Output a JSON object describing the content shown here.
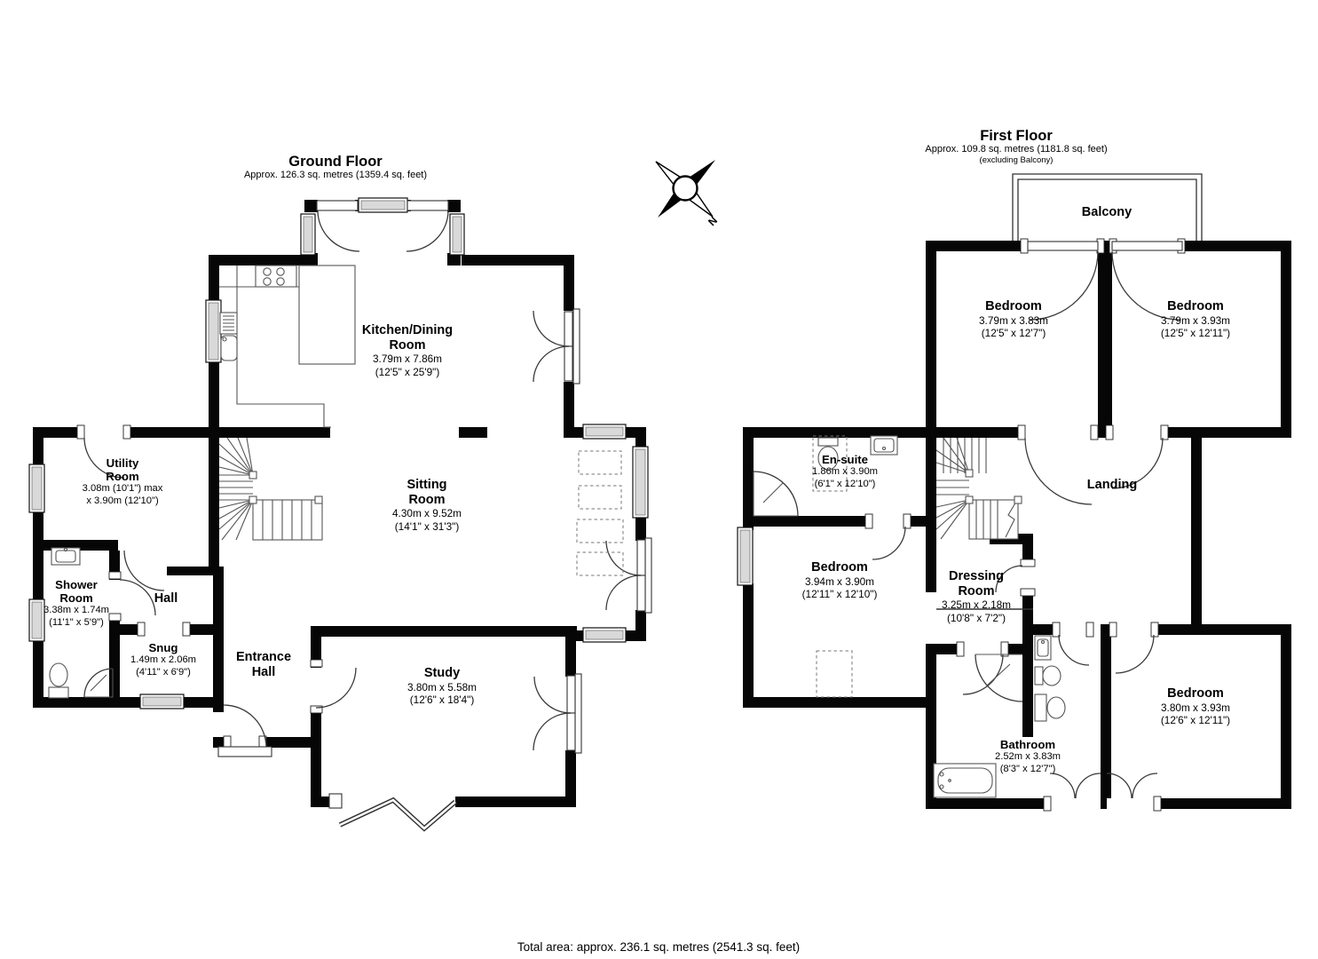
{
  "floors": {
    "ground": {
      "title": "Ground Floor",
      "subtitle": "Approx. 126.3 sq. metres (1359.4 sq. feet)",
      "rooms": {
        "kitchen": {
          "name": "Kitchen/Dining\nRoom",
          "metric": "3.79m x 7.86m",
          "imperial": "(12'5\" x 25'9\")"
        },
        "sitting": {
          "name": "Sitting\nRoom",
          "metric": "4.30m x 9.52m",
          "imperial": "(14'1\" x 31'3\")"
        },
        "utility": {
          "name": "Utility\nRoom",
          "metric": "3.08m (10'1\") max",
          "imperial": "x 3.90m (12'10\")"
        },
        "shower": {
          "name": "Shower\nRoom",
          "metric": "3.38m x 1.74m",
          "imperial": "(11'1\" x 5'9\")"
        },
        "hall": {
          "name": "Hall"
        },
        "snug": {
          "name": "Snug",
          "metric": "1.49m x 2.06m",
          "imperial": "(4'11\" x 6'9\")"
        },
        "entrance": {
          "name": "Entrance\nHall"
        },
        "study": {
          "name": "Study",
          "metric": "3.80m x 5.58m",
          "imperial": "(12'6\" x 18'4\")"
        }
      }
    },
    "first": {
      "title": "First Floor",
      "subtitle": "Approx. 109.8 sq. metres (1181.8 sq. feet)",
      "note": "(excluding Balcony)",
      "rooms": {
        "balcony": {
          "name": "Balcony"
        },
        "bedroom_nw": {
          "name": "Bedroom",
          "metric": "3.79m x 3.83m",
          "imperial": "(12'5\" x 12'7\")"
        },
        "bedroom_ne": {
          "name": "Bedroom",
          "metric": "3.79m x 3.93m",
          "imperial": "(12'5\" x 12'11\")"
        },
        "ensuite": {
          "name": "En-suite",
          "metric": "1.86m x 3.90m",
          "imperial": "(6'1\" x 12'10\")"
        },
        "landing": {
          "name": "Landing"
        },
        "bedroom_w": {
          "name": "Bedroom",
          "metric": "3.94m x 3.90m",
          "imperial": "(12'11\" x 12'10\")"
        },
        "dressing": {
          "name": "Dressing\nRoom",
          "metric": "3.25m x 2.18m",
          "imperial": "(10'8\" x 7'2\")"
        },
        "bathroom": {
          "name": "Bathroom",
          "metric": "2.52m x 3.83m",
          "imperial": "(8'3\" x 12'7\")"
        },
        "bedroom_se": {
          "name": "Bedroom",
          "metric": "3.80m x 3.93m",
          "imperial": "(12'6\" x 12'11\")"
        }
      }
    }
  },
  "compass": {
    "north_label": "N"
  },
  "footer": {
    "total_area": "Total area: approx. 236.1 sq. metres (2541.3 sq. feet)"
  }
}
